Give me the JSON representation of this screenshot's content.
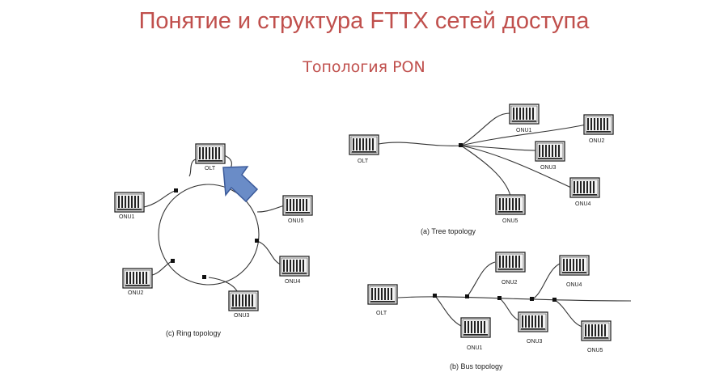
{
  "title": "Понятие и структура FTTX сетей доступа",
  "subtitle": "Топология PON",
  "ring": {
    "caption": "(c)  Ring topology",
    "nodes": [
      "OLT",
      "ONU1",
      "ONU2",
      "ONU3",
      "ONU4",
      "ONU5"
    ]
  },
  "tree": {
    "caption": "(a)  Tree topology",
    "nodes": [
      "OLT",
      "ONU1",
      "ONU2",
      "ONU3",
      "ONU4",
      "ONU5"
    ]
  },
  "bus": {
    "caption": "(b)  Bus topology",
    "nodes": [
      "OLT",
      "ONU1",
      "ONU2",
      "ONU3",
      "ONU4",
      "ONU5"
    ]
  },
  "colors": {
    "title": "#c0504d",
    "arrow": "#6a8cc7",
    "arrow_stroke": "#3b5a9a"
  }
}
